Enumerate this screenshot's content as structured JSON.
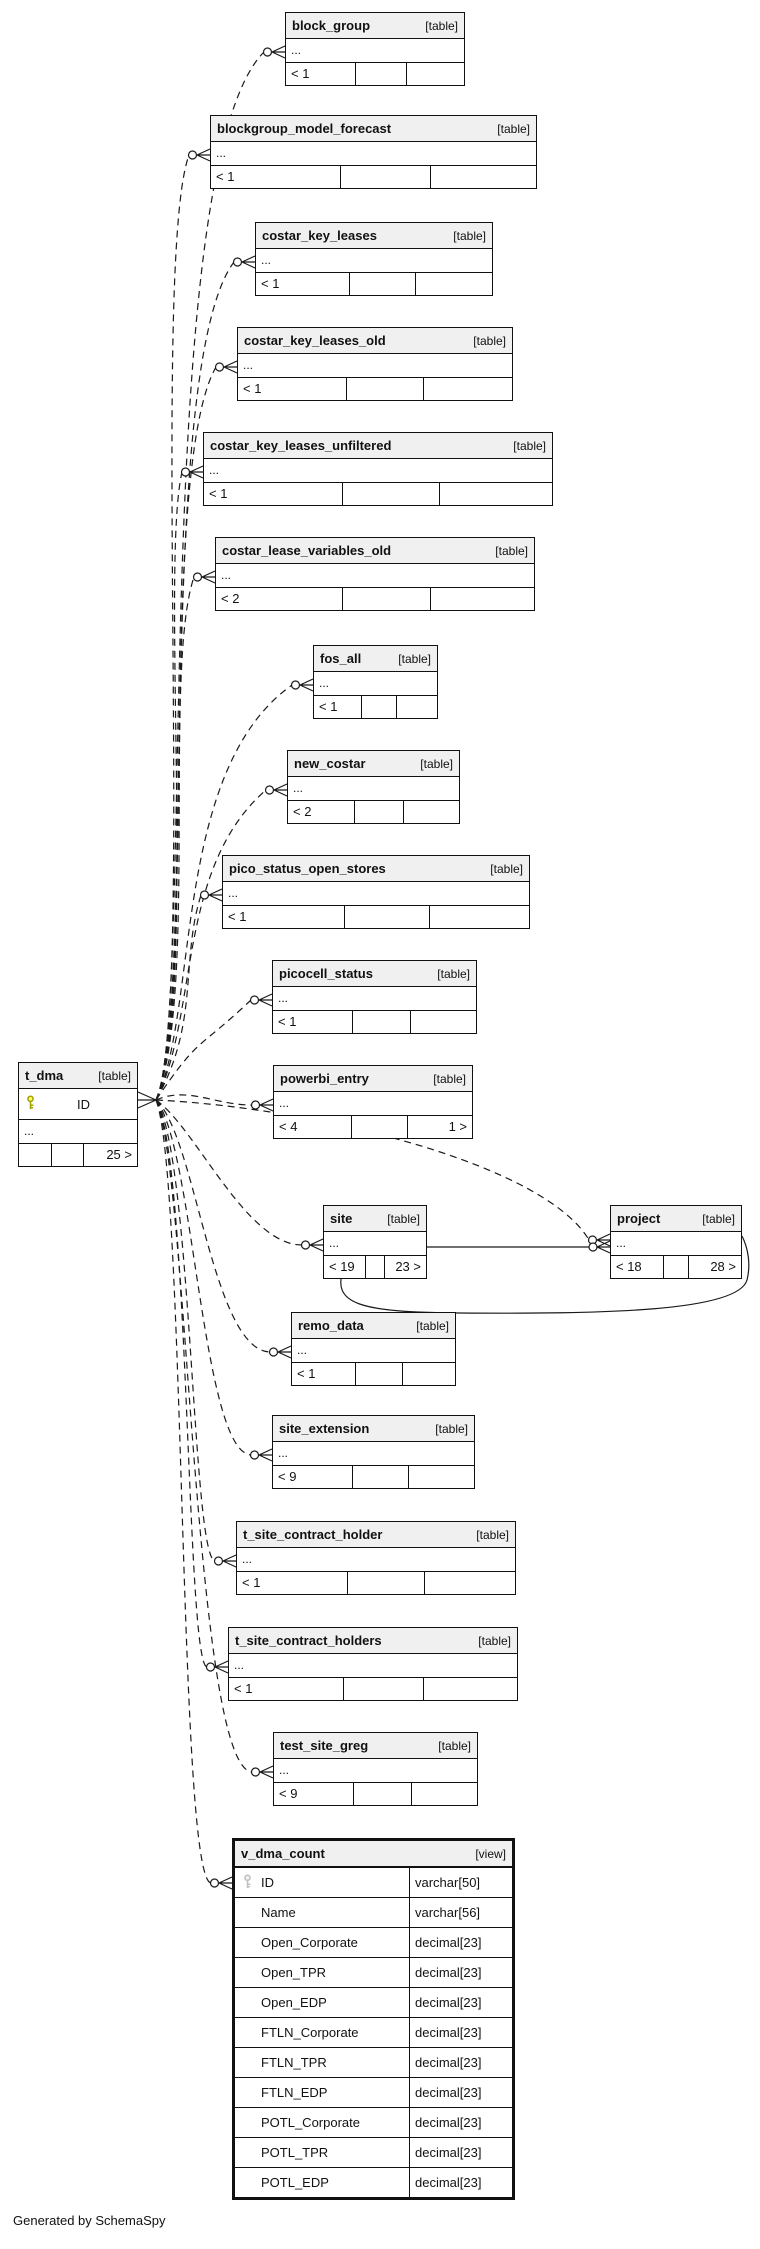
{
  "root": {
    "name": "t_dma",
    "kind": "[table]",
    "pk_label": "ID",
    "more_label": "...",
    "footer_right": "25 >"
  },
  "tables": [
    {
      "name": "block_group",
      "kind": "[table]",
      "more_label": "...",
      "footer_left": "< 1",
      "footer_right": ""
    },
    {
      "name": "blockgroup_model_forecast",
      "kind": "[table]",
      "more_label": "...",
      "footer_left": "< 1",
      "footer_right": ""
    },
    {
      "name": "costar_key_leases",
      "kind": "[table]",
      "more_label": "...",
      "footer_left": "< 1",
      "footer_right": ""
    },
    {
      "name": "costar_key_leases_old",
      "kind": "[table]",
      "more_label": "...",
      "footer_left": "< 1",
      "footer_right": ""
    },
    {
      "name": "costar_key_leases_unfiltered",
      "kind": "[table]",
      "more_label": "...",
      "footer_left": "< 1",
      "footer_right": ""
    },
    {
      "name": "costar_lease_variables_old",
      "kind": "[table]",
      "more_label": "...",
      "footer_left": "< 2",
      "footer_right": ""
    },
    {
      "name": "fos_all",
      "kind": "[table]",
      "more_label": "...",
      "footer_left": "< 1",
      "footer_right": ""
    },
    {
      "name": "new_costar",
      "kind": "[table]",
      "more_label": "...",
      "footer_left": "< 2",
      "footer_right": ""
    },
    {
      "name": "pico_status_open_stores",
      "kind": "[table]",
      "more_label": "...",
      "footer_left": "< 1",
      "footer_right": ""
    },
    {
      "name": "picocell_status",
      "kind": "[table]",
      "more_label": "...",
      "footer_left": "< 1",
      "footer_right": ""
    },
    {
      "name": "powerbi_entry",
      "kind": "[table]",
      "more_label": "...",
      "footer_left": "< 4",
      "footer_right": "1 >"
    },
    {
      "name": "site",
      "kind": "[table]",
      "more_label": "...",
      "footer_left": "< 19",
      "footer_right": "23 >"
    },
    {
      "name": "project",
      "kind": "[table]",
      "more_label": "...",
      "footer_left": "< 18",
      "footer_right": "28 >"
    },
    {
      "name": "remo_data",
      "kind": "[table]",
      "more_label": "...",
      "footer_left": "< 1",
      "footer_right": ""
    },
    {
      "name": "site_extension",
      "kind": "[table]",
      "more_label": "...",
      "footer_left": "< 9",
      "footer_right": ""
    },
    {
      "name": "t_site_contract_holder",
      "kind": "[table]",
      "more_label": "...",
      "footer_left": "< 1",
      "footer_right": ""
    },
    {
      "name": "t_site_contract_holders",
      "kind": "[table]",
      "more_label": "...",
      "footer_left": "< 1",
      "footer_right": ""
    },
    {
      "name": "test_site_greg",
      "kind": "[table]",
      "more_label": "...",
      "footer_left": "< 9",
      "footer_right": ""
    }
  ],
  "view": {
    "name": "v_dma_count",
    "kind": "[view]",
    "columns": [
      {
        "name": "ID",
        "type": "varchar[50]"
      },
      {
        "name": "Name",
        "type": "varchar[56]"
      },
      {
        "name": "Open_Corporate",
        "type": "decimal[23]"
      },
      {
        "name": "Open_TPR",
        "type": "decimal[23]"
      },
      {
        "name": "Open_EDP",
        "type": "decimal[23]"
      },
      {
        "name": "FTLN_Corporate",
        "type": "decimal[23]"
      },
      {
        "name": "FTLN_TPR",
        "type": "decimal[23]"
      },
      {
        "name": "FTLN_EDP",
        "type": "decimal[23]"
      },
      {
        "name": "POTL_Corporate",
        "type": "decimal[23]"
      },
      {
        "name": "POTL_TPR",
        "type": "decimal[23]"
      },
      {
        "name": "POTL_EDP",
        "type": "decimal[23]"
      }
    ]
  },
  "credit": "Generated by SchemaSpy",
  "colors": {
    "header_bg": "#f0f0f0",
    "border": "#000000",
    "key_primary": "#b8b800",
    "key_view": "#c8c8c8"
  }
}
